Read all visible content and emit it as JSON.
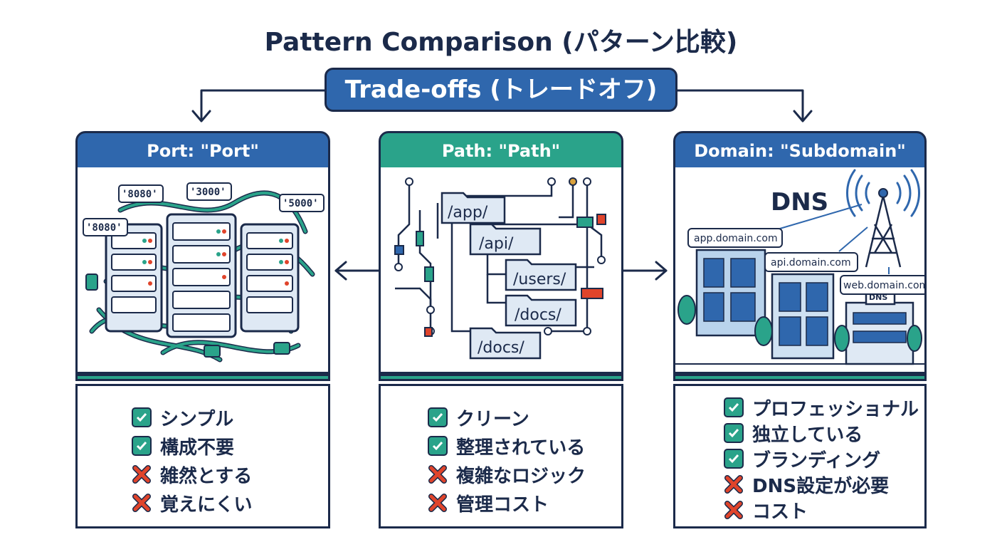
{
  "title": "Pattern Comparison (パターン比較)",
  "tradeoff_label": "Trade-offs (トレードオフ)",
  "colors": {
    "navy": "#1b2a4a",
    "blue": "#2f67ad",
    "teal": "#2aa38a",
    "red": "#e0442b",
    "light": "#dfe9f4"
  },
  "panels": {
    "port": {
      "header": "Port: \"Port\"",
      "port_tags": [
        "'8080'",
        "'3000'",
        "'5000'",
        "'8080'"
      ],
      "items": [
        {
          "mark": "check",
          "text": "シンプル"
        },
        {
          "mark": "check",
          "text": "構成不要"
        },
        {
          "mark": "cross",
          "text": "雑然とする"
        },
        {
          "mark": "cross",
          "text": "覚えにくい"
        }
      ]
    },
    "path": {
      "header": "Path: \"Path\"",
      "folders": [
        "/app/",
        "/api/",
        "/users/",
        "/docs/",
        "/docs/"
      ],
      "items": [
        {
          "mark": "check",
          "text": "クリーン"
        },
        {
          "mark": "check",
          "text": "整理されている"
        },
        {
          "mark": "cross",
          "text": "複雑なロジック"
        },
        {
          "mark": "cross",
          "text": "管理コスト"
        }
      ]
    },
    "domain": {
      "header": "Domain: \"Subdomain\"",
      "dns_label": "DNS",
      "dns_sign": "DNS",
      "domains": [
        "app.domain.com",
        "api.domain.com",
        "web.domain.com"
      ],
      "items": [
        {
          "mark": "check",
          "text": "プロフェッショナル"
        },
        {
          "mark": "check",
          "text": "独立している"
        },
        {
          "mark": "check",
          "text": "ブランディング"
        },
        {
          "mark": "cross",
          "text": "DNS設定が必要"
        },
        {
          "mark": "cross",
          "text": "コスト"
        }
      ]
    }
  }
}
